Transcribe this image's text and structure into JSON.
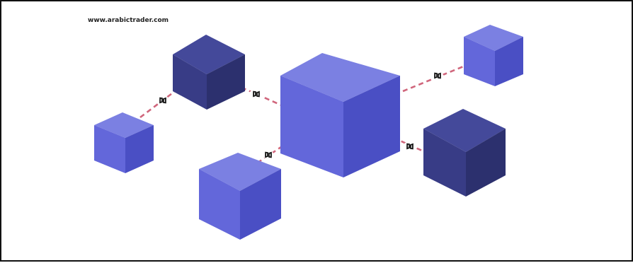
{
  "watermark": {
    "text": "www.arabictrader.com"
  },
  "colors": {
    "light_cube_top": "#7b80e2",
    "light_cube_left": "#6367da",
    "light_cube_right": "#4a4fc4",
    "dark_cube_top": "#44499a",
    "dark_cube_left": "#383c86",
    "dark_cube_right": "#2c306e",
    "link_dash": "#d0667c",
    "chain_icon": "#111111"
  },
  "nodes": [
    {
      "name": "center-cube",
      "shade": "light"
    },
    {
      "name": "top-left-dark-cube",
      "shade": "dark"
    },
    {
      "name": "left-cube",
      "shade": "light"
    },
    {
      "name": "bottom-left-cube",
      "shade": "light"
    },
    {
      "name": "top-right-cube",
      "shade": "light"
    },
    {
      "name": "right-dark-cube",
      "shade": "dark"
    }
  ],
  "links": [
    {
      "name": "link-left-to-top-left",
      "icon": "chain-link-icon"
    },
    {
      "name": "link-top-left-to-center",
      "icon": "chain-link-icon"
    },
    {
      "name": "link-center-to-top-right",
      "icon": "chain-link-icon"
    },
    {
      "name": "link-center-to-bottom-left",
      "icon": "chain-link-icon"
    },
    {
      "name": "link-center-to-right-dark",
      "icon": "chain-link-icon"
    }
  ]
}
